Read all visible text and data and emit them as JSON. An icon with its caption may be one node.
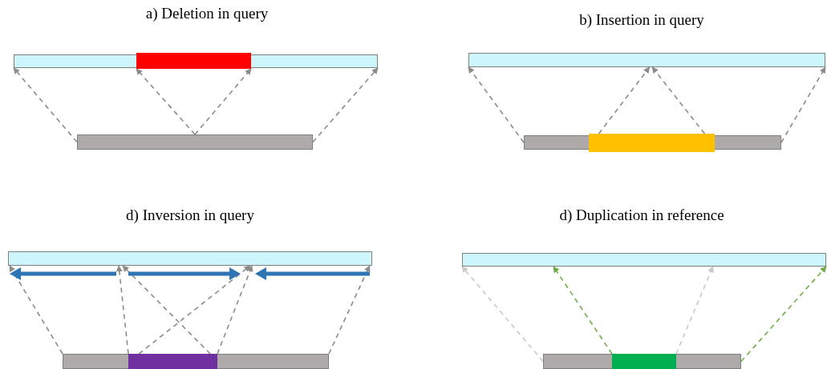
{
  "diagram": {
    "nodes": [
      {
        "text": [],
        "shape": "bar"
      },
      {
        "text": [],
        "shape": "bar",
        "in": 0
      },
      {
        "text": [],
        "shape": "bar"
      },
      {
        "text": [],
        "shape": "bar"
      },
      {
        "text": [],
        "shape": "bar"
      },
      {
        "text": [],
        "shape": "bar",
        "in": 4
      },
      {
        "text": [],
        "shape": "bar"
      },
      {
        "text": [],
        "shape": "bar"
      },
      {
        "text": [],
        "shape": "bar",
        "in": 7
      },
      {
        "text": [],
        "shape": "bar"
      },
      {
        "text": [],
        "shape": "bar"
      },
      {
        "text": [],
        "shape": "bar",
        "in": 10
      }
    ],
    "edges": [
      {
        "from": 2,
        "to": 0,
        "arrow": "to",
        "style": "dashed"
      },
      {
        "from": 2,
        "to": 1,
        "arrow": "to",
        "style": "dashed"
      },
      {
        "from": 2,
        "to": 1,
        "arrow": "to",
        "style": "dashed"
      },
      {
        "from": 2,
        "to": 0,
        "arrow": "to",
        "style": "dashed"
      },
      {
        "from": 4,
        "to": 3,
        "arrow": "to",
        "style": "dashed"
      },
      {
        "from": 5,
        "to": 3,
        "arrow": "to",
        "style": "dashed"
      },
      {
        "from": 5,
        "to": 3,
        "arrow": "to",
        "style": "dashed"
      },
      {
        "from": 4,
        "to": 3,
        "arrow": "to",
        "style": "dashed"
      },
      {
        "from": 7,
        "to": 6,
        "arrow": "to",
        "style": "dashed"
      },
      {
        "from": 8,
        "to": 6,
        "arrow": "to",
        "style": "dashed"
      },
      {
        "from": 8,
        "to": 6,
        "arrow": "to",
        "style": "dashed"
      },
      {
        "from": 8,
        "to": 6,
        "arrow": "to",
        "style": "dashed"
      },
      {
        "from": 8,
        "to": 6,
        "arrow": "to",
        "style": "dashed"
      },
      {
        "from": 7,
        "to": 6,
        "arrow": "to",
        "style": "dashed"
      },
      {
        "from": 10,
        "to": 9,
        "arrow": "to",
        "style": "dashed",
        "color": "#c9c9c9"
      },
      {
        "from": 11,
        "to": 9,
        "arrow": "to",
        "style": "dashed",
        "color": "#70ad47"
      },
      {
        "from": 11,
        "to": 9,
        "arrow": "to",
        "style": "dashed",
        "color": "#c9c9c9"
      },
      {
        "from": 10,
        "to": 9,
        "arrow": "to",
        "style": "dashed",
        "color": "#70ad47"
      }
    ],
    "labels": [
      "a) Deletion in query",
      "b) Insertion in query",
      "d) Inversion in query",
      "d) Duplication in reference"
    ]
  }
}
